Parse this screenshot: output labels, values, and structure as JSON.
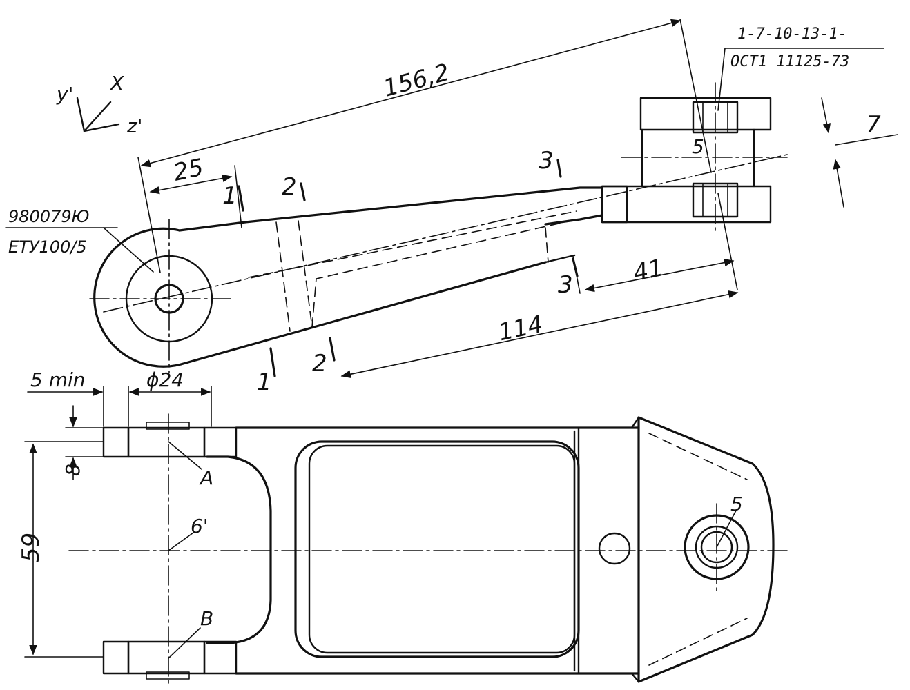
{
  "drawing": {
    "standard_line_1": "1-7-10-13-1-",
    "standard_line_2": "ОСТ1 11125-73",
    "bearing_line_1": "980079Ю",
    "bearing_line_2": "ЕТУ100/5",
    "axes": {
      "y": "y'",
      "x": "X",
      "z": "z'"
    },
    "dimensions": {
      "length_total": "156,2",
      "length_25": "25",
      "length_114": "114",
      "length_41": "41",
      "dim_7": "7",
      "min_gap": "5 min",
      "diameter": "ϕ24",
      "thickness_8": "8",
      "height_59": "59"
    },
    "sections": {
      "s1_top": "1",
      "s1_bottom": "1",
      "s2_top": "2",
      "s2_bottom": "2",
      "s3_top": "3",
      "s3_bottom": "3"
    },
    "points": {
      "five_top": "5",
      "five_bottom": "5",
      "point_a": "A",
      "point_b": "B",
      "six_prime": "6'"
    }
  }
}
